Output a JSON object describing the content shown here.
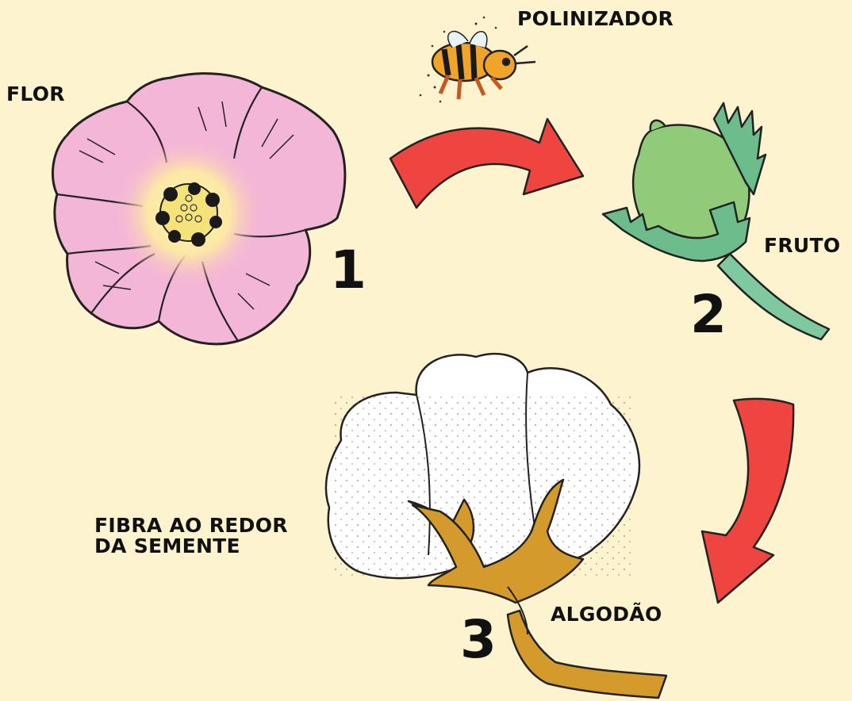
{
  "labels": {
    "pollinator": "POLINIZADOR",
    "flower": "FLOR",
    "fruit": "FRUTO",
    "fiber": "FIBRA AO REDOR\nDA SEMENTE",
    "cotton": "ALGODÃO"
  },
  "steps": [
    "1",
    "2",
    "3"
  ],
  "colors": {
    "background": "#fdf3cf",
    "arrow": "#ee4540",
    "petal": "#f4b6d6",
    "boll": "#8fcb78",
    "stem": "#7ec9a0",
    "bract": "#d49a2b",
    "cotton": "#ffffff"
  }
}
